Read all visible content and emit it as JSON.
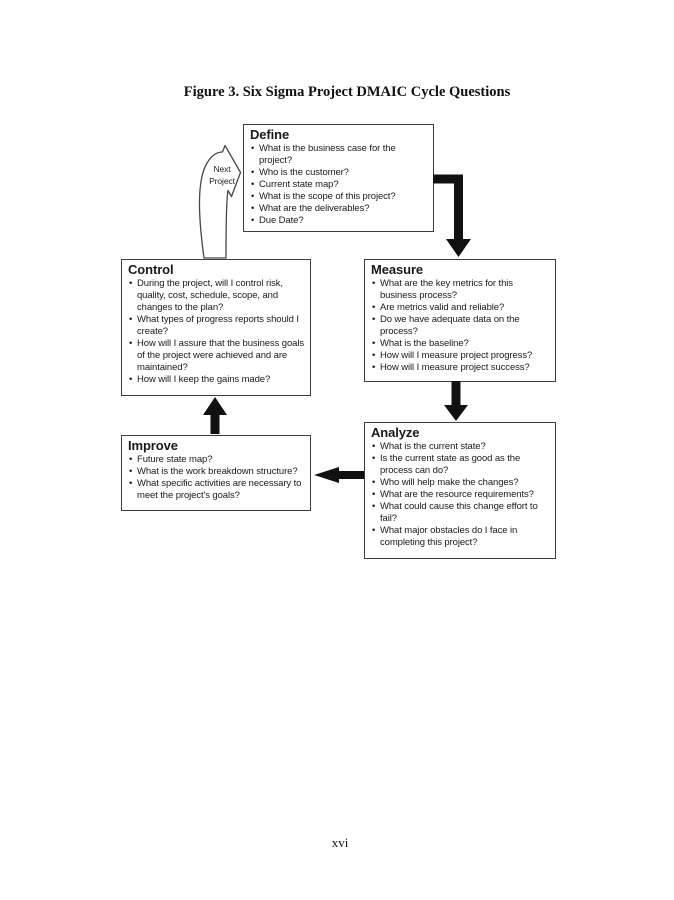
{
  "figure": {
    "title": "Figure 3. Six Sigma Project DMAIC Cycle Questions",
    "page_number": "xvi"
  },
  "diagram": {
    "next_project": {
      "line1": "Next",
      "line2": "Project"
    },
    "arrows": [
      {
        "from": "Define",
        "to": "Measure"
      },
      {
        "from": "Measure",
        "to": "Analyze"
      },
      {
        "from": "Analyze",
        "to": "Improve"
      },
      {
        "from": "Improve",
        "to": "Control"
      },
      {
        "from": "Control",
        "to": "Define",
        "label": "Next Project"
      }
    ],
    "colors": {
      "arrow": "#111111",
      "box_border": "#3d3d3d",
      "text": "#1a1a1a"
    },
    "boxes": [
      {
        "id": "define",
        "title": "Define",
        "items": [
          "What is the business case for the project?",
          "Who is the customer?",
          "Current state map?",
          "What is the scope of this project?",
          "What are the deliverables?",
          "Due Date?"
        ]
      },
      {
        "id": "measure",
        "title": "Measure",
        "items": [
          "What are the key metrics for this business process?",
          "Are metrics valid and reliable?",
          "Do we have adequate data on the process?",
          "What is the baseline?",
          "How will I measure project progress?",
          "How will I measure project success?"
        ]
      },
      {
        "id": "analyze",
        "title": "Analyze",
        "items": [
          "What is the current state?",
          "Is the current state as good as the process can do?",
          "Who will help make the changes?",
          "What are the resource requirements?",
          "What could cause this change effort to fail?",
          "What major obstacles do I face in completing this project?"
        ]
      },
      {
        "id": "improve",
        "title": "Improve",
        "items": [
          "Future state map?",
          "What is the work breakdown structure?",
          "What specific activities are necessary to meet the project's goals?"
        ]
      },
      {
        "id": "control",
        "title": "Control",
        "items": [
          "During the project, will I control risk, quality, cost, schedule, scope, and changes to the plan?",
          "What types of progress reports should I create?",
          "How will I assure that the business goals of the project were achieved and are maintained?",
          "How will I keep the gains made?"
        ]
      }
    ]
  }
}
